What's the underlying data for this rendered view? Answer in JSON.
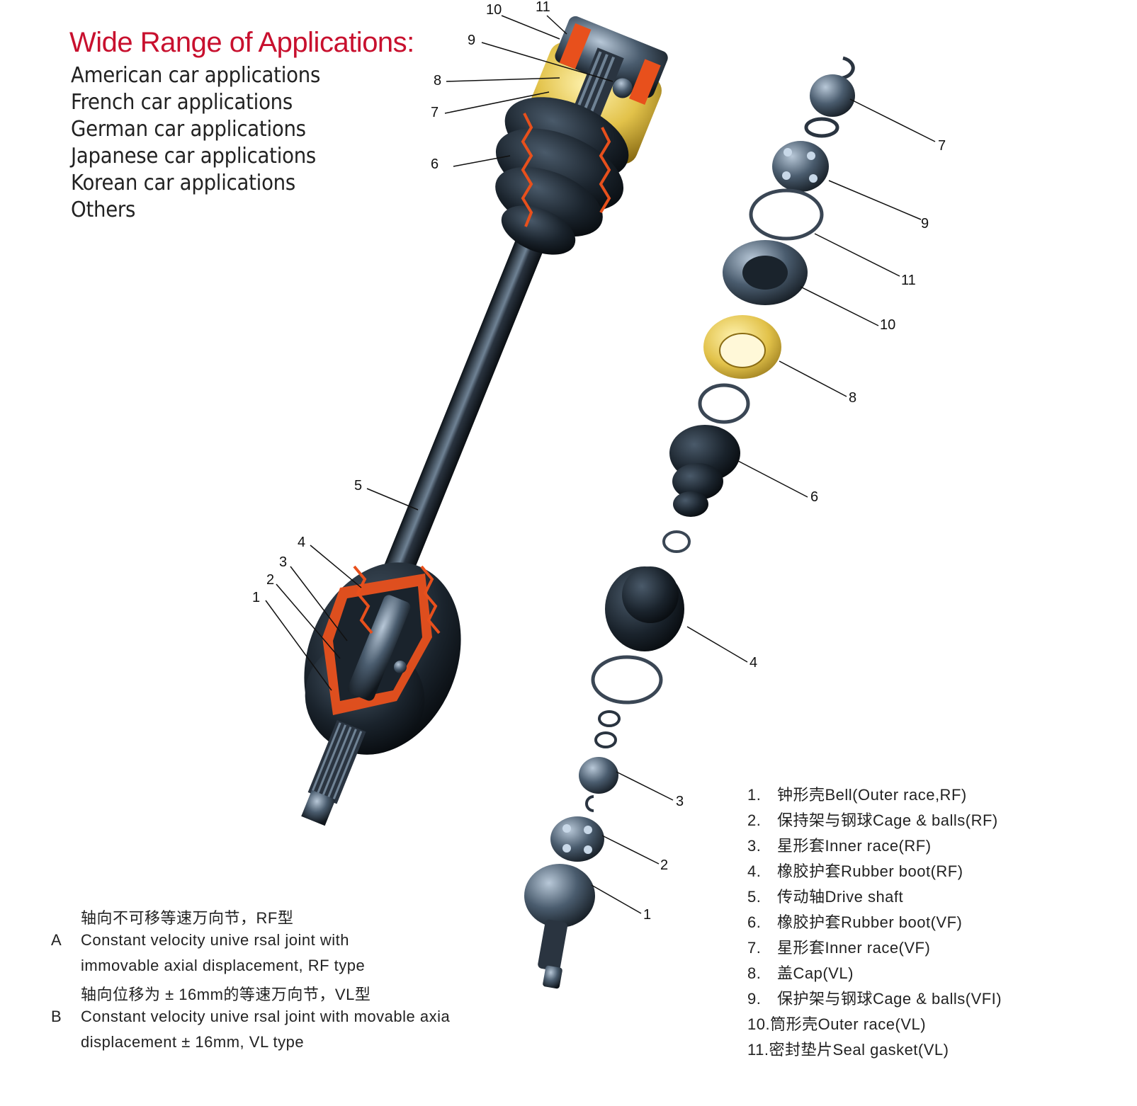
{
  "heading": "Wide Range of Applications:",
  "applications": [
    "American car applications",
    "French car applications",
    "German car applications",
    "Japanese car applications",
    "Korean car applications",
    "Others"
  ],
  "joint_types": [
    {
      "letter": "",
      "lines": [
        "轴向不可移等速万向节，RF型"
      ]
    },
    {
      "letter": "A",
      "lines": [
        "Constant velocity unive rsal joint with",
        "immovable axial  displacement,  RF  type",
        "轴向位移为 ± 16mm的等速万向节，VL型"
      ]
    },
    {
      "letter": "B",
      "lines": [
        "Constant velocity unive rsal joint with movable axia",
        "displacement ± 16mm,  VL type"
      ]
    }
  ],
  "parts": [
    {
      "num": "1.",
      "label": "钟形壳Bell(Outer race,RF)"
    },
    {
      "num": "2.",
      "label": "保持架与钢球Cage & balls(RF)"
    },
    {
      "num": "3.",
      "label": "星形套Inner race(RF)"
    },
    {
      "num": "4.",
      "label": "橡胶护套Rubber  boot(RF)"
    },
    {
      "num": "5.",
      "label": "传动轴Drive shaft"
    },
    {
      "num": "6.",
      "label": "橡胶护套Rubber boot(VF)"
    },
    {
      "num": "7.",
      "label": "星形套Inner race(VF)"
    },
    {
      "num": "8.",
      "label": "盖Cap(VL)"
    },
    {
      "num": "9.",
      "label": "保护架与钢球Cage & balls(VFI)"
    },
    {
      "num": "10.",
      "label": "筒形壳Outer race(VL)"
    },
    {
      "num": "11.",
      "label": "密封垫片Seal  gasket(VL)"
    }
  ],
  "callouts": {
    "assembly_top": [
      "10",
      "11",
      "9",
      "8",
      "7",
      "6"
    ],
    "assembly_bottom": [
      "5",
      "4",
      "3",
      "2",
      "1"
    ],
    "exploded": [
      "7",
      "9",
      "11",
      "10",
      "8",
      "6",
      "4",
      "3",
      "2",
      "1"
    ]
  },
  "colors": {
    "heading": "#c8102e",
    "cutaway": "#e8501c",
    "metal_dark": "#1c2530",
    "metal_light": "#8ea0b2",
    "brass": "#e2c24a"
  }
}
